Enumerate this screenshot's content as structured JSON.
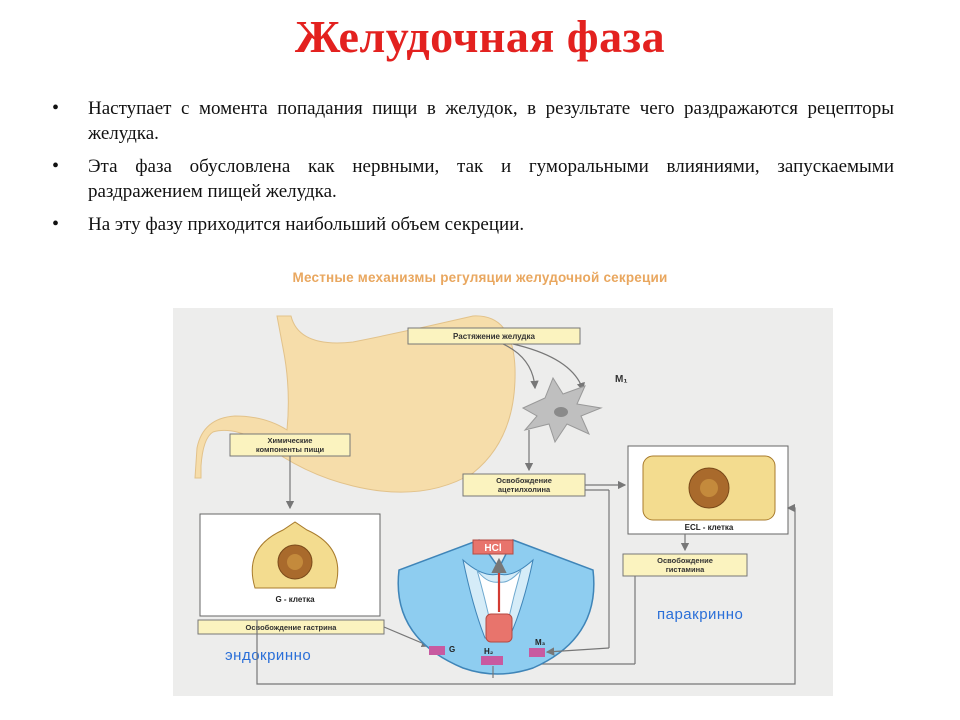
{
  "slide": {
    "title": "Желудочная фаза",
    "bullets": [
      "Наступает с момента попадания пищи в желудок, в результате чего раздражаются рецепторы желудка.",
      "Эта фаза обусловлена как нервными, так и гуморальными влияниями, запускаемыми раздражением пищей желудка.",
      " На эту фазу приходится наибольший объем секреции."
    ],
    "bullet_glyph": "•"
  },
  "diagram": {
    "title": "Местные механизмы регуляции желудочной секреции",
    "boxes": {
      "stretch": "Растяжение желудка",
      "chem_line1": "Химические",
      "chem_line2": "компоненты пищи",
      "ach_line1": "Освобождение",
      "ach_line2": "ацетилхолина",
      "gastrin": "Освобождение гастрина",
      "hist_line1": "Освобождение",
      "hist_line2": "гистамина"
    },
    "labels": {
      "m1": "M₁",
      "g_cell": "G - клетка",
      "ecl_cell": "ECL - клетка",
      "hcl": "HCl",
      "receptor_g": "G",
      "receptor_h2": "H₂",
      "receptor_m3": "M₃",
      "paracrine": "паракринно",
      "endocrine": "эндокринно"
    },
    "colors": {
      "title": "#e9a75f",
      "stomach": "#f6ddaa",
      "box_fill": "#fbf3bf",
      "cell_fill": "#f3dc8f",
      "gland": "#8ecdf0",
      "hcl": "#e8746c",
      "receptor": "#c85aa0",
      "label_blue": "#2a6fd8"
    }
  }
}
